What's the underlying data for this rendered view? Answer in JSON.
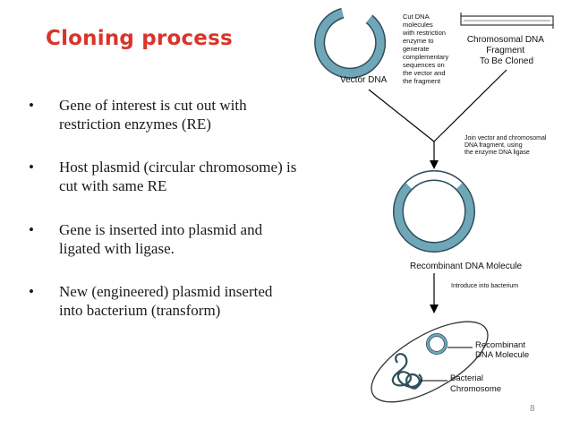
{
  "slide": {
    "title": "Cloning process",
    "page_number": "8"
  },
  "bullets": [
    {
      "marker": "•",
      "text": "Gene of interest is cut out with restriction enzymes (RE)"
    },
    {
      "marker": "•",
      "text": "Host plasmid (circular chromosome) is cut with same RE"
    },
    {
      "marker": "•",
      "text": "Gene is inserted into plasmid and ligated with ligase."
    },
    {
      "marker": "•",
      "text": "New (engineered) plasmid inserted into bacterium (transform)"
    }
  ],
  "diagram": {
    "vector_label": "Vector DNA",
    "cut_note": [
      "Cut DNA",
      "molecules",
      "with restriction",
      "enzyme to",
      "generate",
      "complementary",
      "sequences on",
      "the vector and",
      "the fragment"
    ],
    "fragment_label": [
      "Chromosomal DNA",
      "Fragment",
      "To Be Cloned"
    ],
    "join_note": [
      "Join vector and chromosomal",
      "DNA fragment, using",
      "the enzyme DNA ligase"
    ],
    "recombinant_label": "Recombinant DNA Molecule",
    "introduce_note": "Introduce into bacterium",
    "bacterium_plasmid_label": [
      "Recombinant",
      "DNA Molecule"
    ],
    "bacterial_chromosome_label": [
      "Bacterial",
      "Chromosome"
    ],
    "colors": {
      "plasmid_fill": "#6fa6b8",
      "plasmid_stroke": "#2f4f5c",
      "title_red": "#d9342b"
    }
  }
}
